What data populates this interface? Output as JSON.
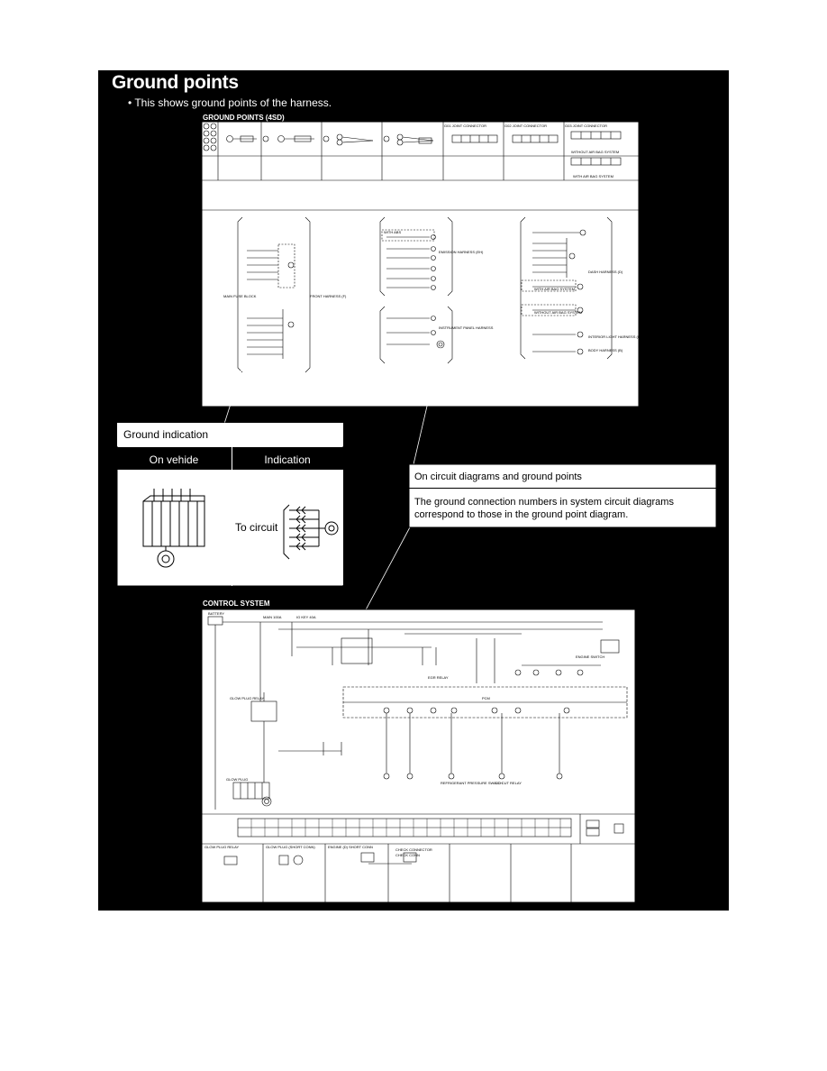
{
  "title": "Ground points",
  "bullet": "This shows ground points of the harness.",
  "top_diagram": {
    "heading": "GROUND POINTS (4SD)",
    "connectors": [
      "G01 JOINT CONNECTOR",
      "G02 JOINT CONNECTOR",
      "G03 JOINT CONNECTOR"
    ],
    "conditions": [
      "WITHOUT AIR BAG SYSTEM",
      "WITH AIR BAG SYSTEM"
    ],
    "left_group": [
      "MAIN FUSE BLOCK",
      "FRONT HARNESS (F)"
    ],
    "middle_group": [
      "WITH ABS",
      "EMISSION HARNESS (EH)",
      "INSTRUMENT PANEL HARNESS"
    ],
    "right_group": [
      "WITH AIR BAG SYSTEM",
      "WITHOUT AIR BAG SYSTEM",
      "DASH HARNESS (D)",
      "INTERIOR LIGHT HARNESS (IN)",
      "BODY HARNESS (B)"
    ]
  },
  "ground_indication": {
    "title": "Ground indication",
    "col_vehicle": "On vehide",
    "col_indication": "Indication",
    "to_circuit": "To circuit"
  },
  "circuit_box": {
    "title": "On circuit diagrams and ground points",
    "body_line1": "The ground connection numbers in system circuit diagrams",
    "body_line2": "correspond to those in the ground point diagram."
  },
  "bottom_diagram": {
    "heading": "CONTROL SYSTEM",
    "labels": [
      "BATTERY",
      "MAIN 100A",
      "IG KEY 40A",
      "ENGINE SWITCH",
      "GLOW PLUG RELAY",
      "PCM",
      "GLOW PLUG",
      "EGR RELAY",
      "REFRIGERANT PRESSURE SWITCH",
      "A/C CUT RELAY",
      "CHECK CONNECTOR"
    ],
    "bottom_row": [
      "GLOW PLUG RELAY",
      "GLOW PLUG (SHORT CONN)",
      "ENGINE (D) SHORT CONN",
      "CHECK CONN"
    ]
  }
}
